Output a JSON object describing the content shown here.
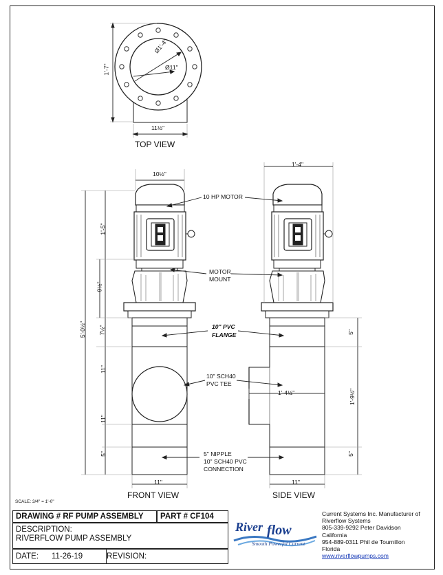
{
  "views": {
    "top": "TOP VIEW",
    "front": "FRONT VIEW",
    "side": "SIDE VIEW"
  },
  "dimensions": {
    "top_height": "1'-7\"",
    "top_outer_dia": "Ø1'-4\"",
    "top_inner_dia": "Ø11\"",
    "top_width": "11½\"",
    "front_motor_width": "10½\"",
    "side_width_top": "1'-4\"",
    "motor_height": "1'-5\"",
    "mount_height": "9½\"",
    "flange_height": "7½\"",
    "overall_height": "5'-0½\"",
    "tee_upper": "11\"",
    "tee_lower": "11\"",
    "nipple_front": "5\"",
    "front_bottom_width": "11\"",
    "side_flange": "5\"",
    "side_tee_width": "1'-4½\"",
    "side_tee_height": "1'-9½\"",
    "side_nipple": "5\"",
    "side_bottom_width": "11\""
  },
  "labels": {
    "motor": "10 HP MOTOR",
    "motor_mount_1": "MOTOR",
    "motor_mount_2": "MOUNT",
    "flange_1": "10\" PVC",
    "flange_2": "FLANGE",
    "tee_1": "10\" SCH40",
    "tee_2": "PVC TEE",
    "nipple_1": "5\" NIPPLE",
    "nipple_2": "10\" SCH40 PVC",
    "nipple_3": "CONNECTION",
    "scale": "SCALE: 3/4\" = 1'-0\""
  },
  "title_block": {
    "drawing": "DRAWING # RF PUMP ASSEMBLY",
    "part": "PART # CF104",
    "description_label": "DESCRIPTION:",
    "description": "RIVERFLOW PUMP ASSEMBLY",
    "date_label": "DATE:",
    "date": "11-26-19",
    "revision_label": "REVISION:",
    "logo_word1": "River",
    "logo_word2": "flow",
    "logo_tagline": "Smooth Powerful Current",
    "company_1": "Current Systems Inc. Manufacturer of",
    "company_2": "Riverflow Systems",
    "company_3": "805-339-9292 Peter Davidson",
    "company_4": "California",
    "company_5": "954-889-0311 Phil de Tournillon",
    "company_6": "Florida",
    "website": "www.riverflowpumps.com"
  }
}
